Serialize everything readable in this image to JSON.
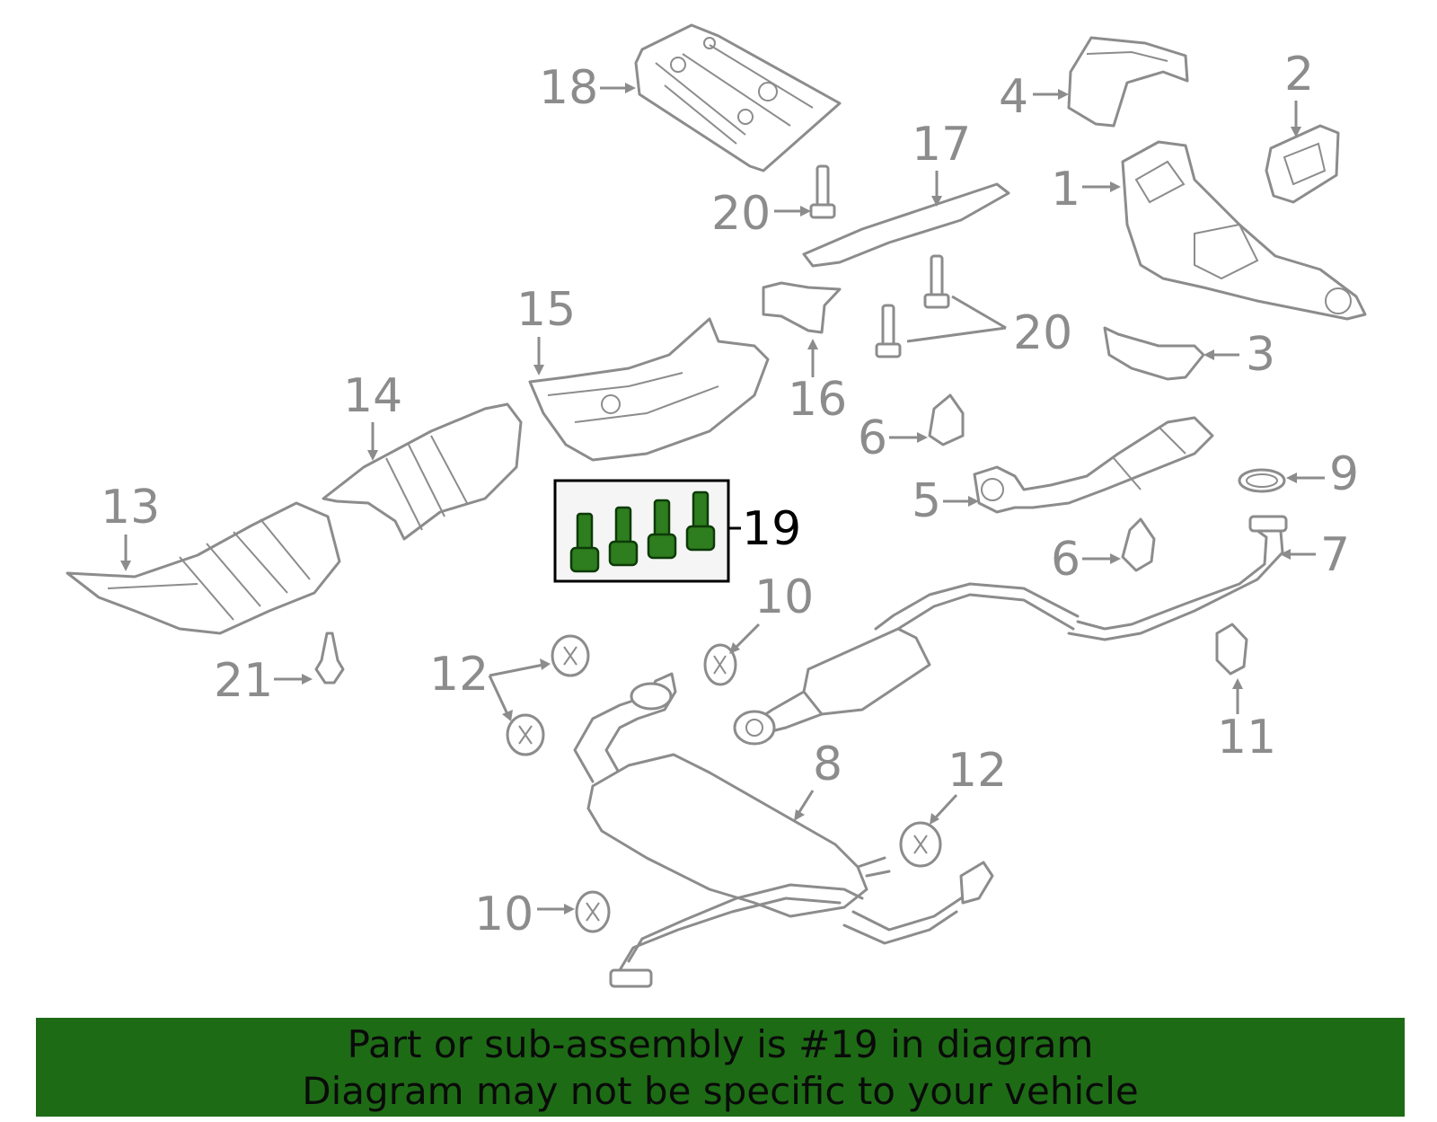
{
  "callouts": {
    "c1": "1",
    "c2": "2",
    "c3": "3",
    "c4": "4",
    "c5": "5",
    "c6a": "6",
    "c6b": "6",
    "c7": "7",
    "c8": "8",
    "c9": "9",
    "c10a": "10",
    "c10b": "10",
    "c11": "11",
    "c12a": "12",
    "c12b": "12",
    "c13": "13",
    "c14": "14",
    "c15": "15",
    "c16": "16",
    "c17": "17",
    "c18": "18",
    "c19": "19",
    "c20a": "20",
    "c20b": "20",
    "c21": "21"
  },
  "highlight": {
    "part_number": "19",
    "color": "#2e7d1e"
  },
  "banner": {
    "line1": "Part or sub-assembly is #19 in diagram",
    "line2": "Diagram may not be specific to your vehicle",
    "background": "#1e6b16"
  }
}
